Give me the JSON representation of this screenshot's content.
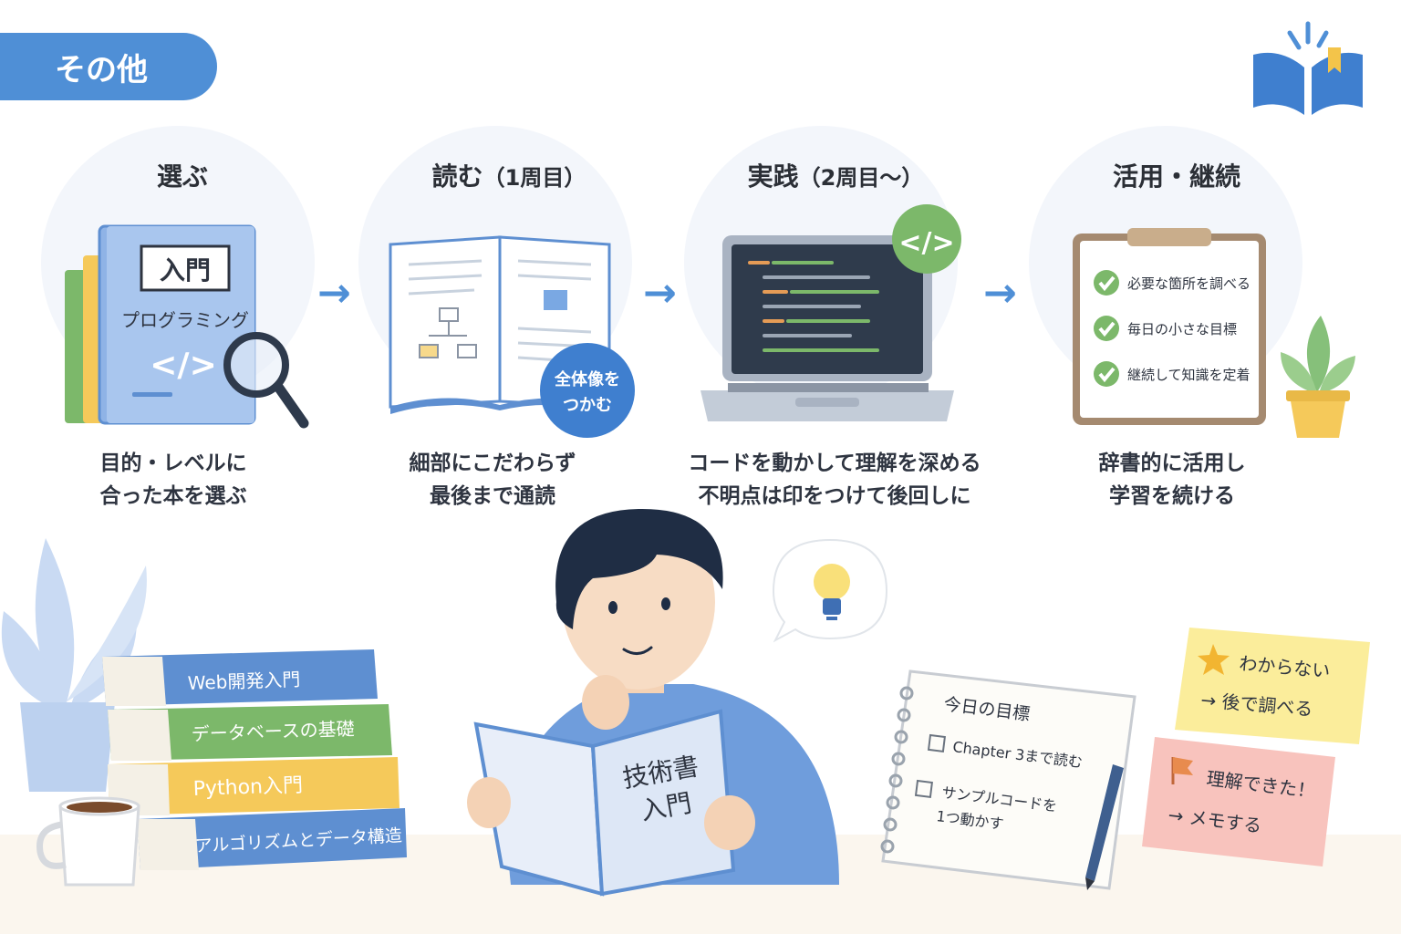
{
  "header": {
    "title": "その他"
  },
  "steps": [
    {
      "title": "選ぶ",
      "title_paren": "",
      "desc_line1": "目的・レベルに",
      "desc_line2": "合った本を選ぶ",
      "book_label": "入門",
      "book_subtitle": "プログラミング",
      "book_code": "</>"
    },
    {
      "title": "読む",
      "title_paren": "（1周目）",
      "desc_line1": "細部にこだわらず",
      "desc_line2": "最後まで通読",
      "badge_line1": "全体像を",
      "badge_line2": "つかむ"
    },
    {
      "title": "実践",
      "title_paren": "（2周目〜）",
      "desc_line1": "コードを動かして理解を深める",
      "desc_line2": "不明点は印をつけて後回しに",
      "badge": "</>"
    },
    {
      "title": "活用・継続",
      "title_paren": "",
      "desc_line1": "辞書的に活用し",
      "desc_line2": "学習を続ける",
      "checklist": [
        "必要な箇所を調べる",
        "毎日の小さな目標",
        "継続して知識を定着"
      ]
    }
  ],
  "books_stack": [
    "Web開発入門",
    "データベースの基礎",
    "Python入門",
    "アルゴリズムとデータ構造"
  ],
  "reading_book": {
    "line1": "技術書",
    "line2": "入門"
  },
  "notebook": {
    "title": "今日の目標",
    "item1": "Chapter 3まで読む",
    "item2_line1": "サンプルコードを",
    "item2_line2": "1つ動かす"
  },
  "sticky_yellow": {
    "line1": "わからない",
    "line2": "→ 後で調べる"
  },
  "sticky_pink": {
    "line1": "理解できた！",
    "line2": "→ メモする"
  },
  "colors": {
    "accent": "#4f8fd6",
    "green": "#7cb86a",
    "yellow": "#f5c95a",
    "pink": "#f6b8b4"
  }
}
